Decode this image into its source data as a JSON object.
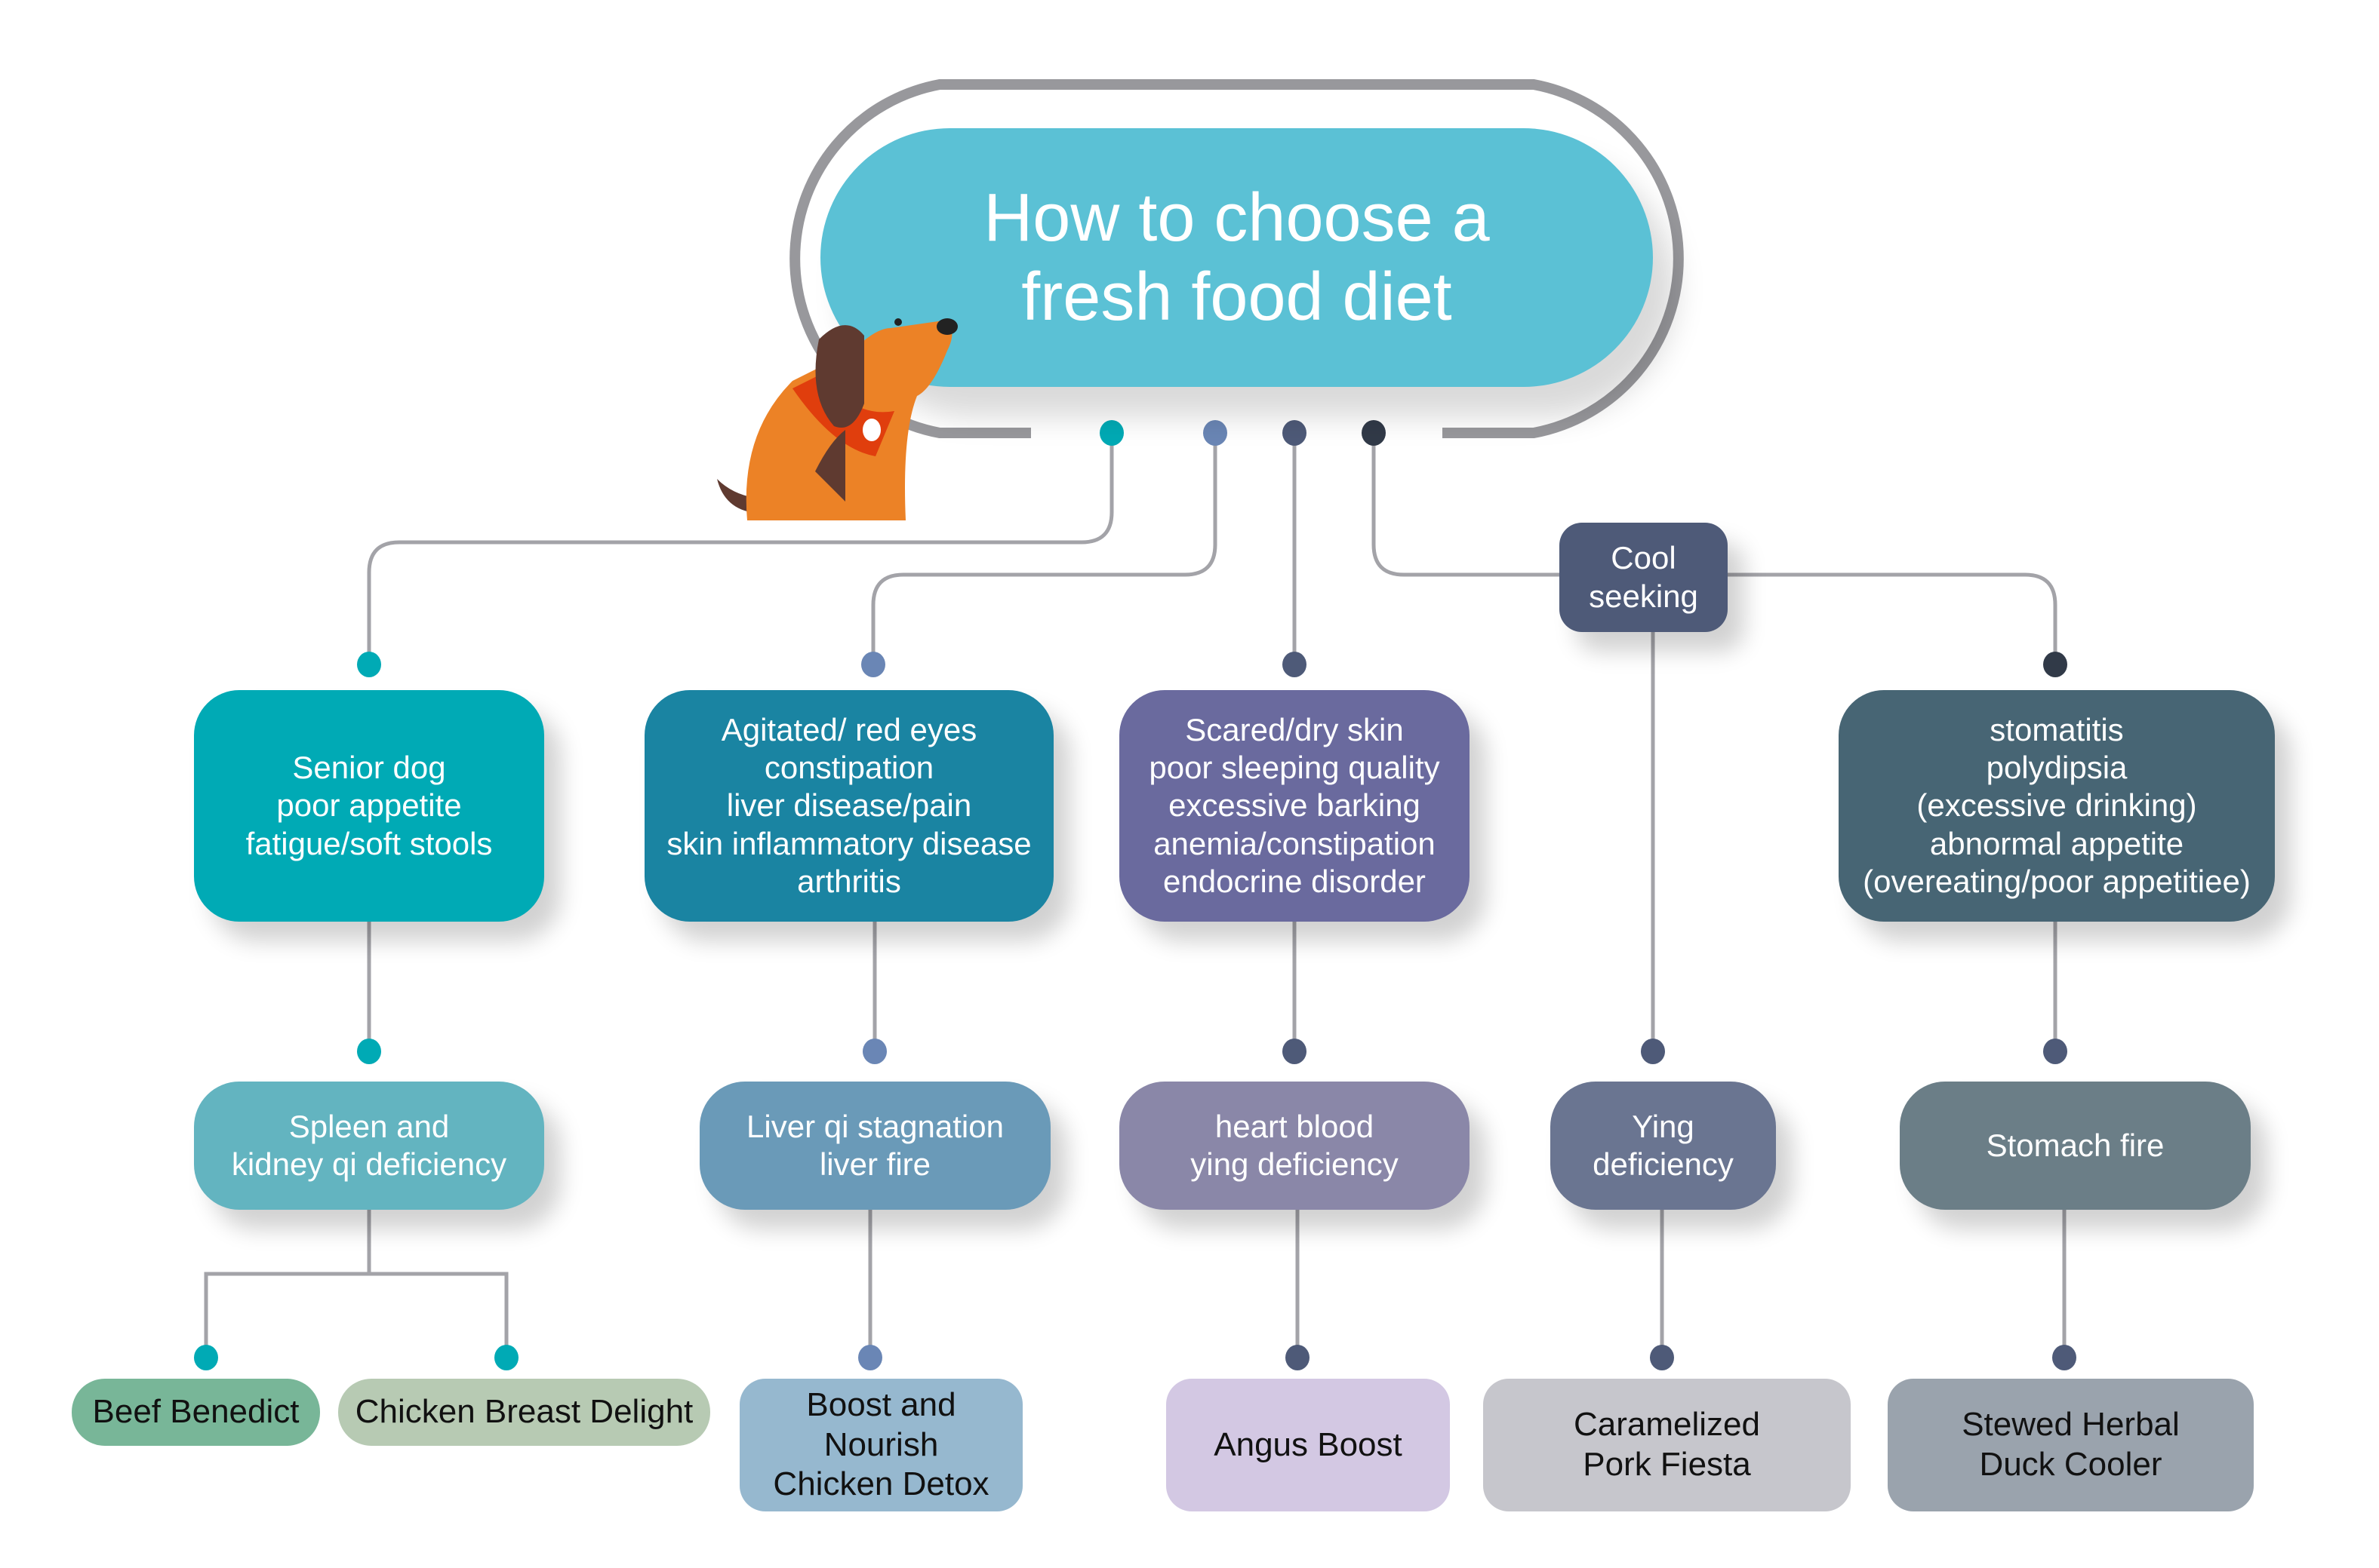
{
  "title": "How to choose a\nfresh food diet",
  "colors": {
    "ring": "#98989c",
    "line": "#a3a3a8",
    "dot1": "#00aab5",
    "dot2": "#6a86b5",
    "dot3": "#4e5a78",
    "dot4": "#313a48"
  },
  "branch_label": "Cool\nseeking",
  "symptoms": [
    {
      "text": "Senior dog\npoor appetite\nfatigue/soft stools",
      "color": "#00aab5"
    },
    {
      "text": "Agitated/ red eyes\nconstipation\nliver disease/pain\nskin inflammatory disease\narthritis",
      "color": "#1a84a2"
    },
    {
      "text": "Scared/dry skin\npoor sleeping quality\nexcessive barking\nanemia/constipation\nendocrine disorder",
      "color": "#6a6a9e"
    },
    {
      "text": "stomatitis\npolydipsia\n(excessive drinking)\nabnormal appetite\n(overeating/poor appetitiee)",
      "color": "#476574"
    }
  ],
  "diagnoses": [
    {
      "text": "Spleen and\nkidney qi deficiency",
      "color": "#63b4c0"
    },
    {
      "text": "Liver qi stagnation\nliver fire",
      "color": "#6a9ab8"
    },
    {
      "text": "heart blood\nying deficiency",
      "color": "#8a87a8"
    },
    {
      "text": "Ying\ndeficiency",
      "color": "#6a7591"
    },
    {
      "text": "Stomach fire",
      "color": "#6b7e87"
    }
  ],
  "foods": [
    {
      "text": "Beef Benedict",
      "color": "#78b698"
    },
    {
      "text": "Chicken Breast Delight",
      "color": "#b7cab3"
    },
    {
      "text": "Boost and Nourish\nChicken Detox",
      "color": "#96b8cf"
    },
    {
      "text": "Angus Boost",
      "color": "#d3c8e3"
    },
    {
      "text": "Caramelized\nPork Fiesta",
      "color": "#c6c6cc"
    },
    {
      "text": "Stewed Herbal\nDuck Cooler",
      "color": "#9aa3ad"
    }
  ]
}
